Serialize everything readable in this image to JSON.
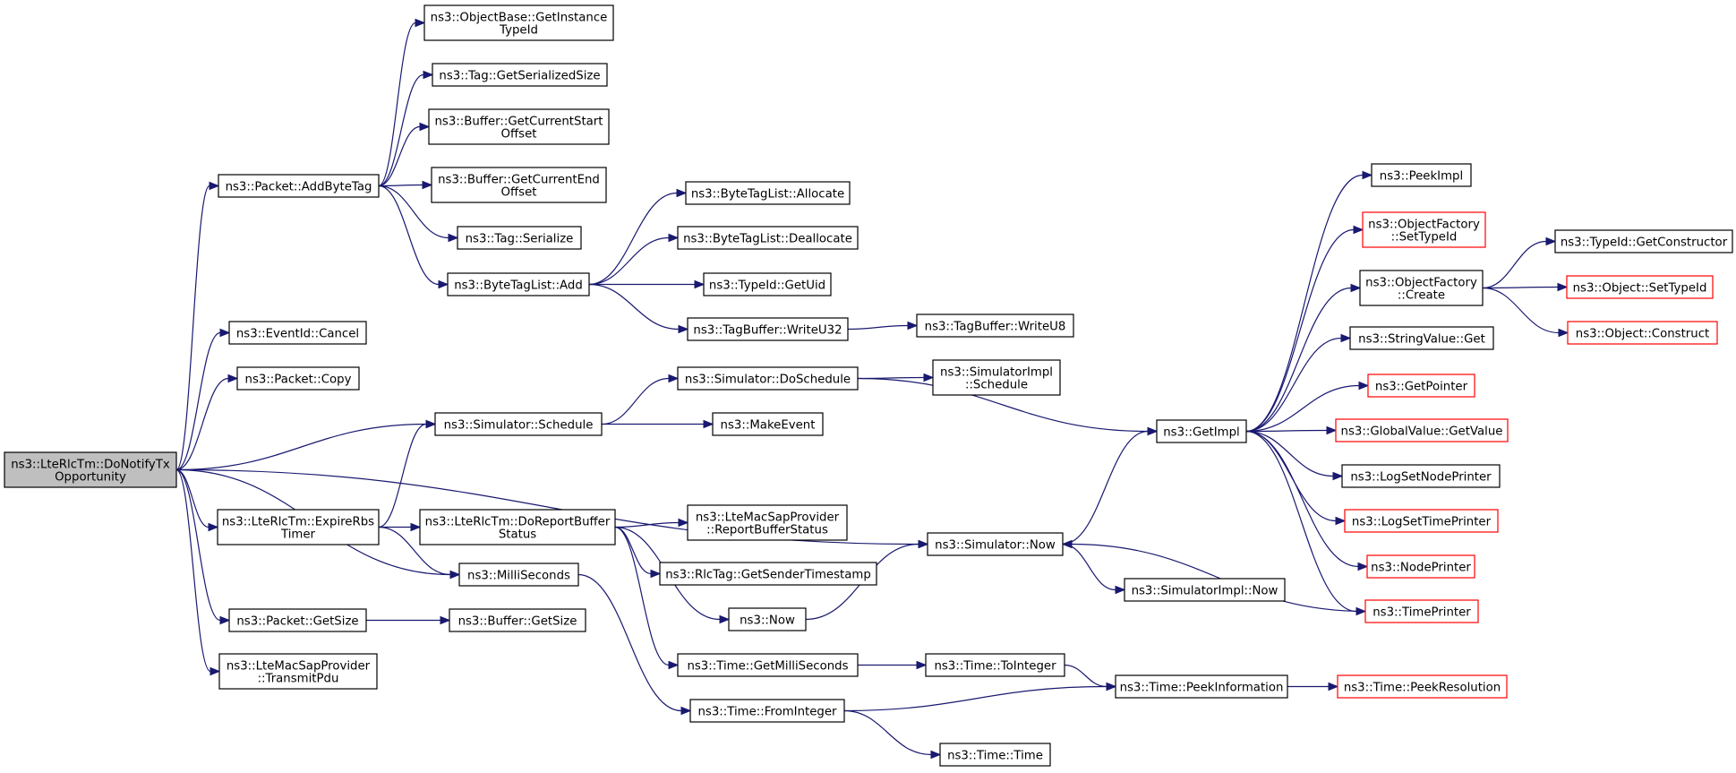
{
  "colors": {
    "edge": "#191970",
    "link_border": "#000000",
    "truncated_border": "#ff0000",
    "root_fill": "#bfbfbf",
    "background": "#ffffff"
  },
  "nodes": [
    {
      "id": "root",
      "lines": [
        "ns3::LteRlcTm::DoNotifyTx",
        "Opportunity"
      ],
      "style": "root"
    },
    {
      "id": "addbytetag",
      "lines": [
        "ns3::Packet::AddByteTag"
      ],
      "style": "normal"
    },
    {
      "id": "getinstancetypeid",
      "lines": [
        "ns3::ObjectBase::GetInstance",
        "TypeId"
      ],
      "style": "normal"
    },
    {
      "id": "tag_getserializedsize",
      "lines": [
        "ns3::Tag::GetSerializedSize"
      ],
      "style": "normal"
    },
    {
      "id": "buffer_getcurrentstartoffset",
      "lines": [
        "ns3::Buffer::GetCurrentStart",
        "Offset"
      ],
      "style": "normal"
    },
    {
      "id": "buffer_getcurrentendoffset",
      "lines": [
        "ns3::Buffer::GetCurrentEnd",
        "Offset"
      ],
      "style": "normal"
    },
    {
      "id": "tag_serialize",
      "lines": [
        "ns3::Tag::Serialize"
      ],
      "style": "normal"
    },
    {
      "id": "bytetaglist_add",
      "lines": [
        "ns3::ByteTagList::Add"
      ],
      "style": "normal"
    },
    {
      "id": "bytetaglist_allocate",
      "lines": [
        "ns3::ByteTagList::Allocate"
      ],
      "style": "normal"
    },
    {
      "id": "bytetaglist_deallocate",
      "lines": [
        "ns3::ByteTagList::Deallocate"
      ],
      "style": "normal"
    },
    {
      "id": "typeid_getuid",
      "lines": [
        "ns3::TypeId::GetUid"
      ],
      "style": "normal"
    },
    {
      "id": "tagbuffer_writeu32",
      "lines": [
        "ns3::TagBuffer::WriteU32"
      ],
      "style": "normal"
    },
    {
      "id": "tagbuffer_writeu8",
      "lines": [
        "ns3::TagBuffer::WriteU8"
      ],
      "style": "normal"
    },
    {
      "id": "eventid_cancel",
      "lines": [
        "ns3::EventId::Cancel"
      ],
      "style": "normal"
    },
    {
      "id": "packet_copy",
      "lines": [
        "ns3::Packet::Copy"
      ],
      "style": "normal"
    },
    {
      "id": "simulator_schedule",
      "lines": [
        "ns3::Simulator::Schedule"
      ],
      "style": "normal"
    },
    {
      "id": "simulator_doschedule",
      "lines": [
        "ns3::Simulator::DoSchedule"
      ],
      "style": "normal"
    },
    {
      "id": "simulatorimpl_schedule",
      "lines": [
        "ns3::SimulatorImpl",
        "::Schedule"
      ],
      "style": "normal"
    },
    {
      "id": "makeevent",
      "lines": [
        "ns3::MakeEvent"
      ],
      "style": "normal"
    },
    {
      "id": "expirerbstimer",
      "lines": [
        "ns3::LteRlcTm::ExpireRbs",
        "Timer"
      ],
      "style": "normal"
    },
    {
      "id": "doreportbufferstatus",
      "lines": [
        "ns3::LteRlcTm::DoReportBuffer",
        "Status"
      ],
      "style": "normal"
    },
    {
      "id": "reportbufferstatus",
      "lines": [
        "ns3::LteMacSapProvider",
        "::ReportBufferStatus"
      ],
      "style": "normal"
    },
    {
      "id": "rlctag_getsendertimestamp",
      "lines": [
        "ns3::RlcTag::GetSenderTimestamp"
      ],
      "style": "normal"
    },
    {
      "id": "now",
      "lines": [
        "ns3::Now"
      ],
      "style": "normal"
    },
    {
      "id": "milliseconds",
      "lines": [
        "ns3::MilliSeconds"
      ],
      "style": "normal"
    },
    {
      "id": "packet_getsize",
      "lines": [
        "ns3::Packet::GetSize"
      ],
      "style": "normal"
    },
    {
      "id": "buffer_getsize",
      "lines": [
        "ns3::Buffer::GetSize"
      ],
      "style": "normal"
    },
    {
      "id": "transmitpdu",
      "lines": [
        "ns3::LteMacSapProvider",
        "::TransmitPdu"
      ],
      "style": "normal"
    },
    {
      "id": "time_getmilliseconds",
      "lines": [
        "ns3::Time::GetMilliSeconds"
      ],
      "style": "normal"
    },
    {
      "id": "time_fromint",
      "lines": [
        "ns3::Time::FromInteger"
      ],
      "style": "normal"
    },
    {
      "id": "time_tointeger",
      "lines": [
        "ns3::Time::ToInteger"
      ],
      "style": "normal"
    },
    {
      "id": "time_time",
      "lines": [
        "ns3::Time::Time"
      ],
      "style": "normal"
    },
    {
      "id": "simulator_now",
      "lines": [
        "ns3::Simulator::Now"
      ],
      "style": "normal"
    },
    {
      "id": "simulatorimpl_now",
      "lines": [
        "ns3::SimulatorImpl::Now"
      ],
      "style": "normal"
    },
    {
      "id": "getimpl",
      "lines": [
        "ns3::GetImpl"
      ],
      "style": "normal"
    },
    {
      "id": "peekimpl",
      "lines": [
        "ns3::PeekImpl"
      ],
      "style": "normal"
    },
    {
      "id": "objectfactory_settypeid",
      "lines": [
        "ns3::ObjectFactory",
        "::SetTypeId"
      ],
      "style": "red"
    },
    {
      "id": "objectfactory_create",
      "lines": [
        "ns3::ObjectFactory",
        "::Create"
      ],
      "style": "normal"
    },
    {
      "id": "stringvalue_get",
      "lines": [
        "ns3::StringValue::Get"
      ],
      "style": "normal"
    },
    {
      "id": "getpointer",
      "lines": [
        "ns3::GetPointer"
      ],
      "style": "red"
    },
    {
      "id": "globalvalue_getvalue",
      "lines": [
        "ns3::GlobalValue::GetValue"
      ],
      "style": "red"
    },
    {
      "id": "logsetnodeprinter",
      "lines": [
        "ns3::LogSetNodePrinter"
      ],
      "style": "normal"
    },
    {
      "id": "logsettimeprinter",
      "lines": [
        "ns3::LogSetTimePrinter"
      ],
      "style": "red"
    },
    {
      "id": "nodeprinter",
      "lines": [
        "ns3::NodePrinter"
      ],
      "style": "red"
    },
    {
      "id": "timeprinter",
      "lines": [
        "ns3::TimePrinter"
      ],
      "style": "red"
    },
    {
      "id": "typeid_getconstructor",
      "lines": [
        "ns3::TypeId::GetConstructor"
      ],
      "style": "normal"
    },
    {
      "id": "object_settypeid",
      "lines": [
        "ns3::Object::SetTypeId"
      ],
      "style": "red"
    },
    {
      "id": "object_construct",
      "lines": [
        "ns3::Object::Construct"
      ],
      "style": "red"
    },
    {
      "id": "time_peekinformation",
      "lines": [
        "ns3::Time::PeekInformation"
      ],
      "style": "normal"
    },
    {
      "id": "time_peekresolution",
      "lines": [
        "ns3::Time::PeekResolution"
      ],
      "style": "red"
    }
  ],
  "edges": [
    [
      "root",
      "addbytetag"
    ],
    [
      "root",
      "eventid_cancel"
    ],
    [
      "root",
      "packet_copy"
    ],
    [
      "root",
      "simulator_schedule"
    ],
    [
      "root",
      "simulator_now"
    ],
    [
      "root",
      "expirerbstimer"
    ],
    [
      "root",
      "milliseconds"
    ],
    [
      "root",
      "packet_getsize"
    ],
    [
      "root",
      "transmitpdu"
    ],
    [
      "addbytetag",
      "getinstancetypeid"
    ],
    [
      "addbytetag",
      "tag_getserializedsize"
    ],
    [
      "addbytetag",
      "buffer_getcurrentstartoffset"
    ],
    [
      "addbytetag",
      "buffer_getcurrentendoffset"
    ],
    [
      "addbytetag",
      "tag_serialize"
    ],
    [
      "addbytetag",
      "bytetaglist_add"
    ],
    [
      "bytetaglist_add",
      "bytetaglist_allocate"
    ],
    [
      "bytetaglist_add",
      "bytetaglist_deallocate"
    ],
    [
      "bytetaglist_add",
      "typeid_getuid"
    ],
    [
      "bytetaglist_add",
      "tagbuffer_writeu32"
    ],
    [
      "tagbuffer_writeu32",
      "tagbuffer_writeu8"
    ],
    [
      "simulator_schedule",
      "simulator_doschedule"
    ],
    [
      "simulator_schedule",
      "makeevent"
    ],
    [
      "simulator_doschedule",
      "simulatorimpl_schedule"
    ],
    [
      "simulator_doschedule",
      "getimpl"
    ],
    [
      "expirerbstimer",
      "simulator_schedule"
    ],
    [
      "expirerbstimer",
      "doreportbufferstatus"
    ],
    [
      "expirerbstimer",
      "milliseconds"
    ],
    [
      "doreportbufferstatus",
      "reportbufferstatus"
    ],
    [
      "doreportbufferstatus",
      "rlctag_getsendertimestamp"
    ],
    [
      "doreportbufferstatus",
      "now"
    ],
    [
      "doreportbufferstatus",
      "time_getmilliseconds"
    ],
    [
      "now",
      "simulator_now"
    ],
    [
      "milliseconds",
      "time_fromint"
    ],
    [
      "packet_getsize",
      "buffer_getsize"
    ],
    [
      "time_getmilliseconds",
      "time_tointeger"
    ],
    [
      "time_tointeger",
      "time_peekinformation"
    ],
    [
      "time_fromint",
      "time_peekinformation"
    ],
    [
      "time_fromint",
      "time_time"
    ],
    [
      "time_peekinformation",
      "time_peekresolution"
    ],
    [
      "simulator_now",
      "getimpl"
    ],
    [
      "simulator_now",
      "simulatorimpl_now"
    ],
    [
      "getimpl",
      "peekimpl"
    ],
    [
      "getimpl",
      "objectfactory_settypeid"
    ],
    [
      "getimpl",
      "objectfactory_create"
    ],
    [
      "getimpl",
      "stringvalue_get"
    ],
    [
      "getimpl",
      "getpointer"
    ],
    [
      "getimpl",
      "globalvalue_getvalue"
    ],
    [
      "getimpl",
      "logsetnodeprinter"
    ],
    [
      "getimpl",
      "logsettimeprinter"
    ],
    [
      "getimpl",
      "nodeprinter"
    ],
    [
      "getimpl",
      "timeprinter"
    ],
    [
      "timeprinter",
      "simulator_now"
    ],
    [
      "objectfactory_create",
      "typeid_getconstructor"
    ],
    [
      "objectfactory_create",
      "object_settypeid"
    ],
    [
      "objectfactory_create",
      "object_construct"
    ]
  ]
}
